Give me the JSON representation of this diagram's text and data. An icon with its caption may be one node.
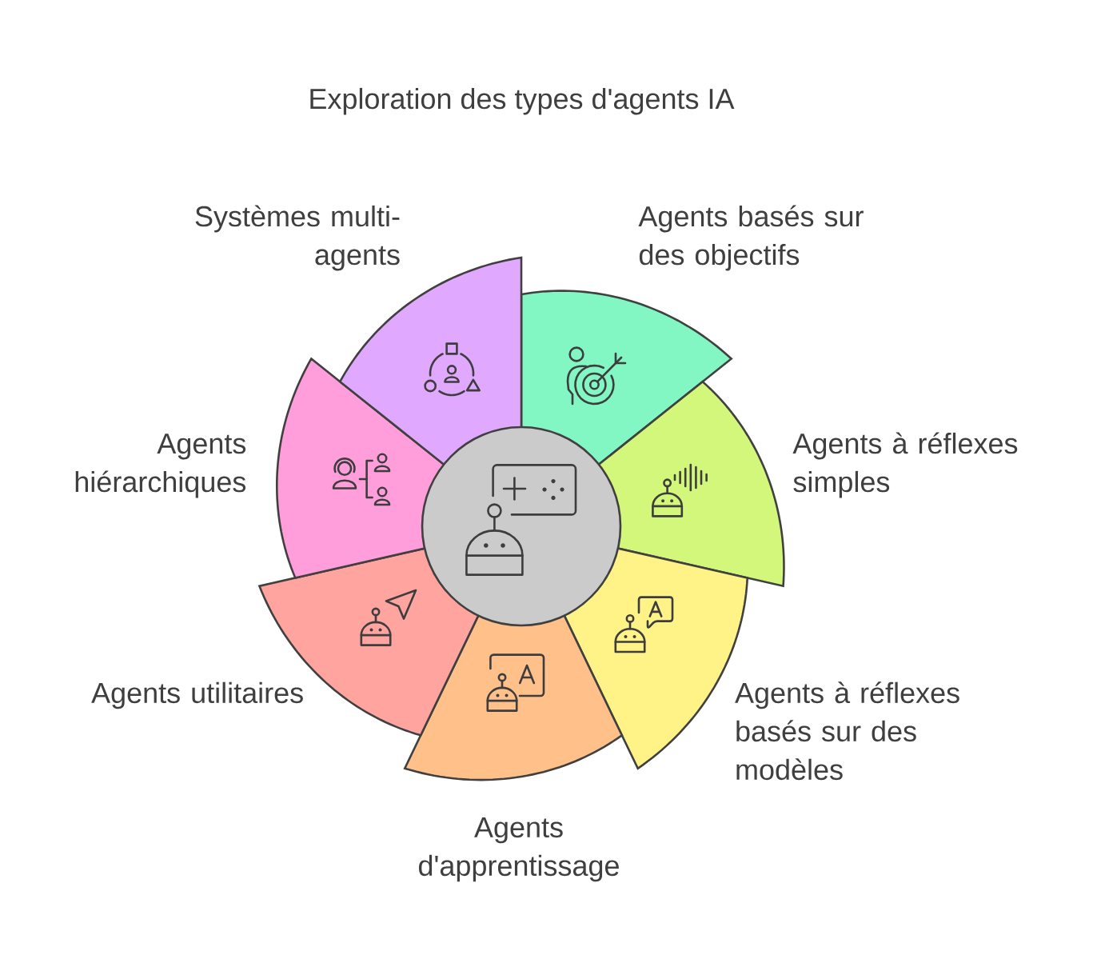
{
  "diagram": {
    "title": "Exploration des types d'agents IA",
    "nodes": [
      {
        "text": [],
        "shape": "circle"
      },
      {
        "text": [
          "Agents basés sur des objectifs"
        ]
      },
      {
        "text": [
          "Agents à réflexes simples"
        ]
      },
      {
        "text": [
          "Agents à réflexes basés sur des modèles"
        ]
      },
      {
        "text": [
          "Agents d'apprentissage"
        ]
      },
      {
        "text": [
          "Agents utilitaires"
        ]
      },
      {
        "text": [
          "Agents hiérarchiques"
        ]
      },
      {
        "text": [
          "Systèmes multi- agents"
        ]
      }
    ]
  }
}
